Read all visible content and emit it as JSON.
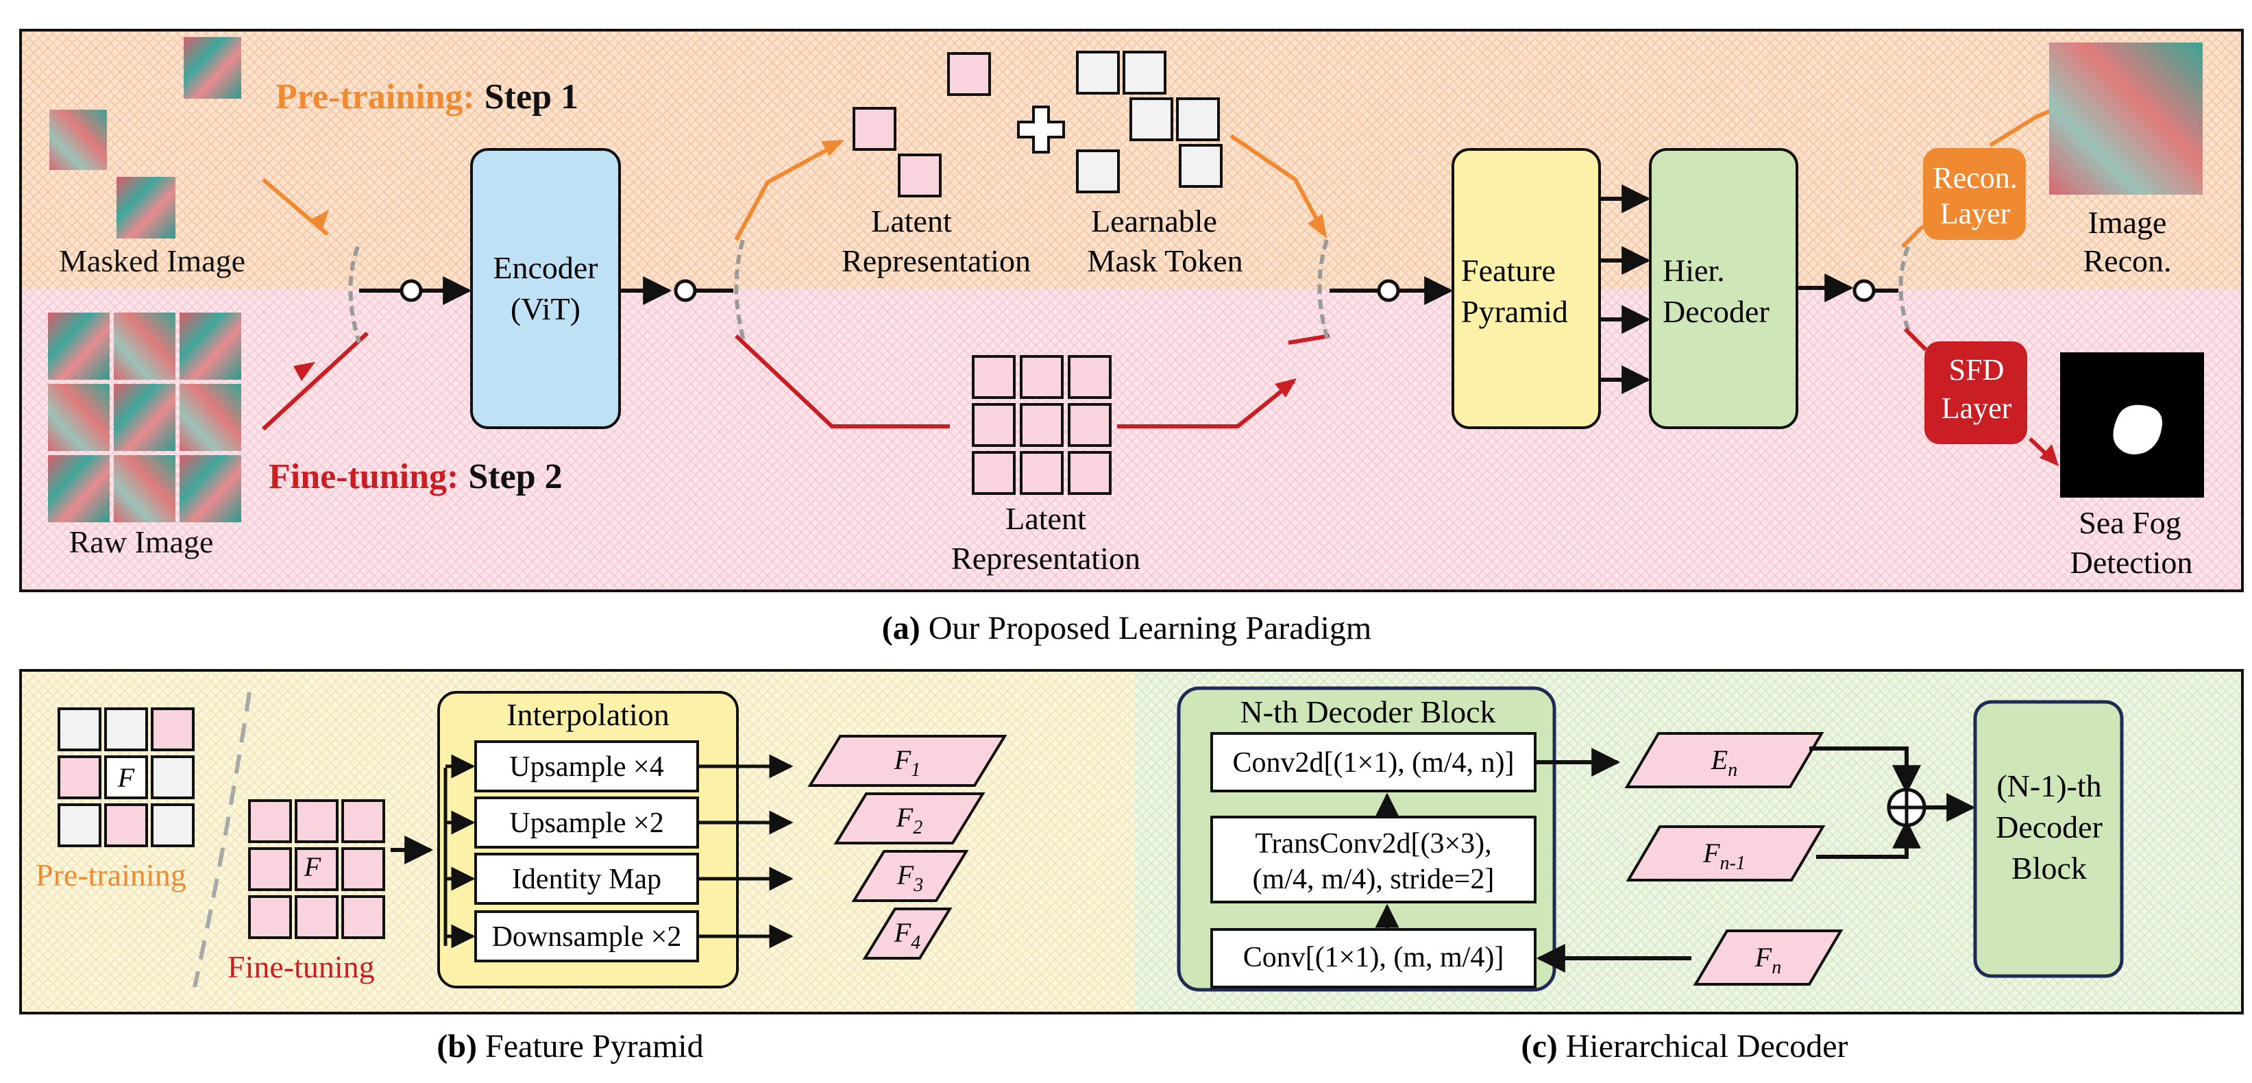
{
  "panel_a": {
    "pretrain_label": "Pre-training:",
    "pretrain_step": "Step 1",
    "finetune_label": "Fine-tuning:",
    "finetune_step": "Step 2",
    "masked_image": "Masked Image",
    "raw_image": "Raw Image",
    "encoder_l1": "Encoder",
    "encoder_l2": "(ViT)",
    "latent_top_l1": "Latent",
    "latent_top_l2": "Representation",
    "mask_token_l1": "Learnable",
    "mask_token_l2": "Mask Token",
    "latent_bottom_l1": "Latent",
    "latent_bottom_l2": "Representation",
    "feature_pyramid_l1": "Feature",
    "feature_pyramid_l2": "Pyramid",
    "hier_decoder_l1": "Hier.",
    "hier_decoder_l2": "Decoder",
    "recon_layer_l1": "Recon.",
    "recon_layer_l2": "Layer",
    "sfd_layer_l1": "SFD",
    "sfd_layer_l2": "Layer",
    "image_recon_l1": "Image",
    "image_recon_l2": "Recon.",
    "sea_fog_l1": "Sea Fog",
    "sea_fog_l2": "Detection",
    "caption_bold": "(a)",
    "caption_text": "Our Proposed Learning Paradigm"
  },
  "panel_b": {
    "token_f": "F",
    "pretraining": "Pre-training",
    "finetuning": "Fine-tuning",
    "interp_title": "Interpolation",
    "ops": [
      "Upsample ×4",
      "Upsample ×2",
      "Identity Map",
      "Downsample ×2"
    ],
    "outputs": [
      {
        "base": "F",
        "sub": "1"
      },
      {
        "base": "F",
        "sub": "2"
      },
      {
        "base": "F",
        "sub": "3"
      },
      {
        "base": "F",
        "sub": "4"
      }
    ],
    "caption_bold": "(b)",
    "caption_text": "Feature Pyramid"
  },
  "panel_c": {
    "block_title": "N-th Decoder Block",
    "conv_top": "Conv2d[(1×1), (m/4, n)]",
    "transconv_l1": "TransConv2d[(3×3),",
    "transconv_l2": "(m/4, m/4), stride=2]",
    "conv_bottom": "Conv[(1×1), (m, m/4)]",
    "e_n": {
      "base": "E",
      "sub": "n"
    },
    "f_n1": {
      "base": "F",
      "sub": "n-1"
    },
    "f_n": {
      "base": "F",
      "sub": "n"
    },
    "next_block_l1": "(N-1)-th",
    "next_block_l2": "Decoder",
    "next_block_l3": "Block",
    "caption_bold": "(c)",
    "caption_text": "Hierarchical Decoder"
  },
  "colors": {
    "orange": "#f08a32",
    "red": "#c81e24",
    "token_pink": "#f9d3dd",
    "token_gray": "#f2f2f2",
    "encoder_blue": "#bfe1f5",
    "feature_yellow": "#fbf1a9",
    "decoder_green": "#cfe6b8",
    "recon_orange": "#f08a32",
    "sfd_red": "#c81e24"
  }
}
